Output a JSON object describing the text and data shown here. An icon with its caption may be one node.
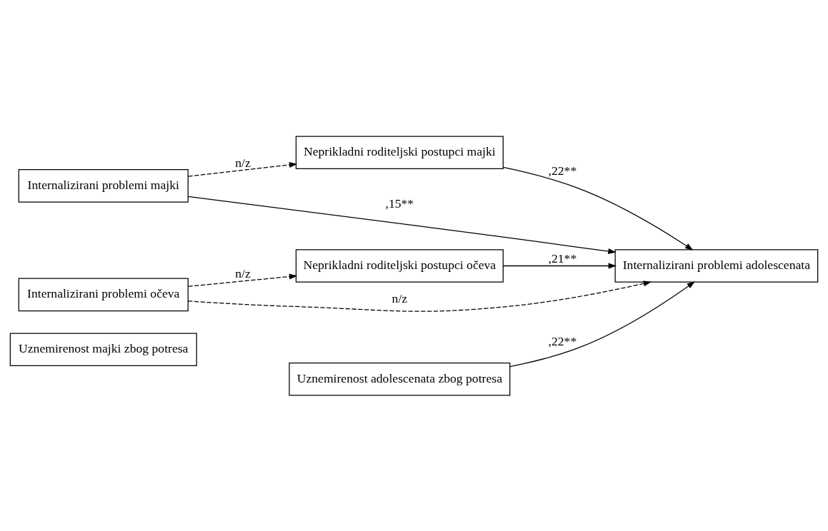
{
  "diagram": {
    "nodes": [
      {
        "text": [
          "Uznemirenost majki zbog potresa"
        ]
      },
      {
        "text": [
          "Internalizirani problemi majki"
        ]
      },
      {
        "text": [
          "Neprikladni roditeljski postupci majki"
        ]
      },
      {
        "text": [
          "Neprikladni roditeljski postupci očeva"
        ]
      },
      {
        "text": [
          "Internalizirani problemi adolescenata"
        ]
      },
      {
        "text": [
          "Internalizirani problemi očeva"
        ]
      },
      {
        "text": [
          "Uznemirenost adolescenata zbog potresa"
        ]
      }
    ],
    "edges": [
      {
        "from": 1,
        "to": 4,
        "arrow": "to",
        "label": ",15**"
      },
      {
        "from": 1,
        "to": 2,
        "arrow": "to",
        "label": "n/z",
        "style": "dashed"
      },
      {
        "from": 2,
        "to": 4,
        "arrow": "to",
        "label": ",22**"
      },
      {
        "from": 3,
        "to": 4,
        "arrow": "to",
        "label": ",21**"
      },
      {
        "from": 5,
        "to": 3,
        "arrow": "to",
        "label": "n/z",
        "style": "dashed"
      },
      {
        "from": 5,
        "to": 4,
        "arrow": "to",
        "label": "n/z",
        "style": "dashed"
      },
      {
        "from": 6,
        "to": 4,
        "arrow": "to",
        "label": ",22**"
      }
    ]
  }
}
